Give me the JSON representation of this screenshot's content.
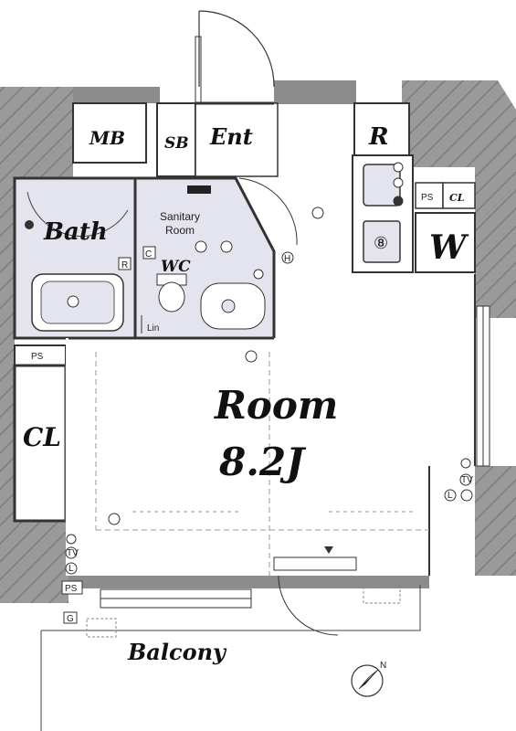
{
  "rooms": {
    "mb": "MB",
    "sb": "SB",
    "ent": "Ent",
    "r": "R",
    "ps_top": "PS",
    "cl_top": "CL",
    "w": "W",
    "bath": "Bath",
    "sanitary_line1": "Sanitary",
    "sanitary_line2": "Room",
    "wc": "WC",
    "lin": "Lin",
    "ps_left": "PS",
    "cl_left": "CL",
    "room": "Room",
    "room_size": "8.2J",
    "ps_bottom": "PS",
    "balcony": "Balcony"
  },
  "symbols": {
    "c": "C",
    "r_box": "R",
    "h": "H",
    "tv": "TV",
    "l": "L",
    "g": "G",
    "washer": "⑧",
    "compass_n": "N"
  },
  "colors": {
    "wall": "#8c8c8c",
    "wall_dark": "#6f6f6f",
    "hatch": "#a9a9a9",
    "fixture_bg": "#e4e4ee",
    "line": "#333333"
  }
}
